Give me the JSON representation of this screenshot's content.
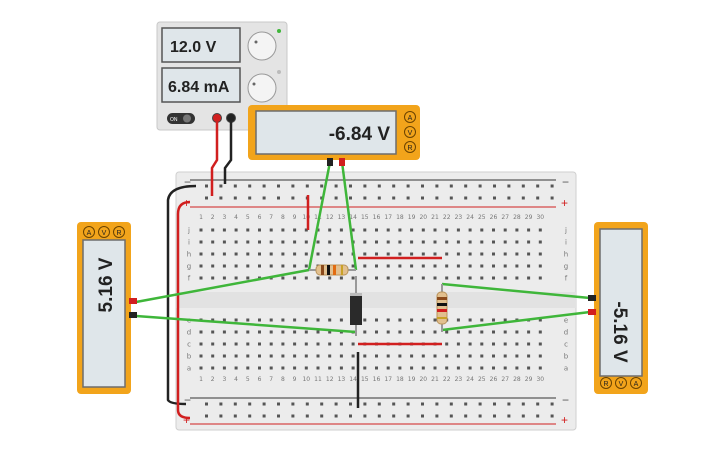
{
  "power_supply": {
    "voltage": "12.0 V",
    "current": "6.84 mA",
    "switch_label": "ON"
  },
  "multimeter_top": {
    "reading": "-6.84 V",
    "modes": [
      "A",
      "V",
      "R"
    ]
  },
  "multimeter_left": {
    "reading": "5.16 V",
    "modes": [
      "A",
      "V",
      "R"
    ]
  },
  "multimeter_right": {
    "reading": "-5.16 V",
    "modes": [
      "R",
      "V",
      "A"
    ]
  },
  "breadboard": {
    "rail_minus": "−",
    "rail_plus": "+",
    "row_labels_top": [
      "j",
      "i",
      "h",
      "g",
      "f"
    ],
    "row_labels_bottom": [
      "e",
      "d",
      "c",
      "b",
      "a"
    ],
    "column_numbers": [
      "1",
      "2",
      "3",
      "4",
      "5",
      "6",
      "7",
      "8",
      "9",
      "10",
      "11",
      "12",
      "13",
      "14",
      "15",
      "16",
      "17",
      "18",
      "19",
      "20",
      "21",
      "22",
      "23",
      "24",
      "25",
      "26",
      "27",
      "28",
      "29",
      "30"
    ]
  },
  "colors": {
    "meter_frame": "#f2a41b",
    "lcd_bg": "#dfe6ea",
    "wire_green": "#3fb63a",
    "wire_red": "#d11f1f",
    "wire_black": "#222222",
    "breadboard": "#eeeeee"
  }
}
